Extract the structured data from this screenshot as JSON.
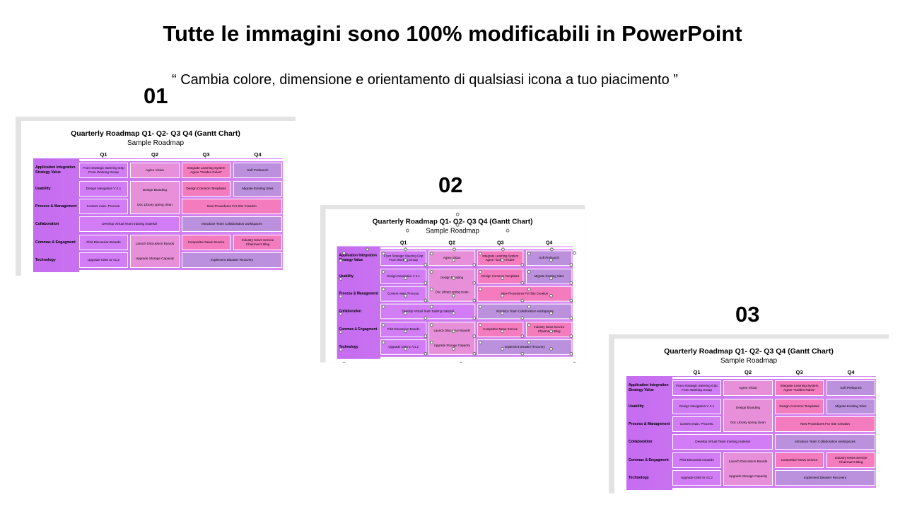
{
  "headline": "Tutte le immagini sono 100% modificabili in PowerPoint",
  "subline": "“ Cambia colore, dimensione e orientamento di qualsiasi icona a tuo piacimento ”",
  "panel_labels": [
    "01",
    "02",
    "03"
  ],
  "colors": {
    "violet": "#d27cf5",
    "lilac": "#e88fd9",
    "pink": "#f57bbf",
    "lavender": "#bb90dd"
  },
  "gantt": {
    "title": "Quarterly Roadmap Q1- Q2- Q3 Q4 (Gantt Chart)",
    "subtitle": "Sample Roadmap",
    "quarters": [
      "Q1",
      "Q2",
      "Q3",
      "Q4"
    ],
    "rows": [
      "Application Integration Strategy Value",
      "Usability",
      "Process & Management",
      "Collaboration",
      "Commas & Engagment",
      "Technology"
    ],
    "cells": [
      {
        "col": 0,
        "span": 1,
        "row": 0,
        "rowspan": 1,
        "color": "violet",
        "texts": [
          "From Strategic Steering Grip From Working Group"
        ]
      },
      {
        "col": 1,
        "span": 1,
        "row": 0,
        "rowspan": 1,
        "color": "lilac",
        "texts": [
          "Agree Vision"
        ]
      },
      {
        "col": 2,
        "span": 1,
        "row": 0,
        "rowspan": 1,
        "color": "pink",
        "texts": [
          "Integrate Learning System Agree \"Golden Rules\""
        ]
      },
      {
        "col": 3,
        "span": 1,
        "row": 0,
        "rowspan": 1,
        "color": "lavender",
        "texts": [
          "Soft Prelaunch"
        ]
      },
      {
        "col": 0,
        "span": 1,
        "row": 1,
        "rowspan": 1,
        "color": "violet",
        "texts": [
          "Design Navigation V 2.1"
        ]
      },
      {
        "col": 1,
        "span": 1,
        "row": 1,
        "rowspan": 2,
        "color": "lilac",
        "texts": [
          "Design Branding",
          "Doc Library spring clean"
        ]
      },
      {
        "col": 2,
        "span": 1,
        "row": 1,
        "rowspan": 1,
        "color": "pink",
        "texts": [
          "Design Common Templates"
        ]
      },
      {
        "col": 3,
        "span": 1,
        "row": 1,
        "rowspan": 1,
        "color": "lavender",
        "texts": [
          "Migrate Existing Sites"
        ]
      },
      {
        "col": 0,
        "span": 1,
        "row": 2,
        "rowspan": 1,
        "color": "violet",
        "texts": [
          "Content main. Process."
        ]
      },
      {
        "col": 2,
        "span": 2,
        "row": 2,
        "rowspan": 1,
        "color": "pink",
        "texts": [
          "New Procedures For Site Creation"
        ]
      },
      {
        "col": 0,
        "span": 2,
        "row": 3,
        "rowspan": 1,
        "color": "violet",
        "texts": [
          "Develop Virtual Team training material"
        ]
      },
      {
        "col": 2,
        "span": 2,
        "row": 3,
        "rowspan": 1,
        "color": "lavender",
        "texts": [
          "Introduce Team Collaboration workspaces"
        ]
      },
      {
        "col": 0,
        "span": 1,
        "row": 4,
        "rowspan": 1,
        "color": "violet",
        "texts": [
          "Pilot Discussion Boards"
        ]
      },
      {
        "col": 1,
        "span": 1,
        "row": 4,
        "rowspan": 2,
        "color": "lilac",
        "texts": [
          "Launch Discussion Boards",
          "Upgrade Storage Capacity"
        ]
      },
      {
        "col": 2,
        "span": 1,
        "row": 4,
        "rowspan": 1,
        "color": "pink",
        "texts": [
          "Competitor News Service"
        ]
      },
      {
        "col": 3,
        "span": 1,
        "row": 4,
        "rowspan": 1,
        "color": "pink",
        "texts": [
          "Industry News Service Chairman's Blog"
        ]
      },
      {
        "col": 0,
        "span": 1,
        "row": 5,
        "rowspan": 1,
        "color": "violet",
        "texts": [
          "Upgrade CMS to V1.2"
        ]
      },
      {
        "col": 2,
        "span": 2,
        "row": 5,
        "rowspan": 1,
        "color": "lavender",
        "texts": [
          "Implement Disaster Recovery"
        ]
      }
    ]
  }
}
